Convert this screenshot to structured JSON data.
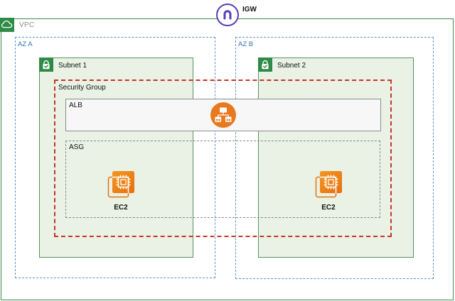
{
  "diagram": {
    "title_context": "AWS VPC architecture diagram",
    "igw": {
      "label": "IGW",
      "icon": "internet-gateway-arch-icon"
    },
    "vpc": {
      "label": "VPC",
      "icon": "cloud-icon"
    },
    "az_a": {
      "label": "AZ A"
    },
    "az_b": {
      "label": "AZ B"
    },
    "subnet_1": {
      "label": "Subnet 1",
      "icon": "lock-check-icon"
    },
    "subnet_2": {
      "label": "Subnet 2",
      "icon": "lock-check-icon"
    },
    "security_group": {
      "label": "Security Group"
    },
    "alb": {
      "label": "ALB",
      "icon": "load-balancer-icon"
    },
    "asg": {
      "label": "ASG"
    },
    "ec2_left": {
      "label": "EC2",
      "icon": "ec2-chip-icon"
    },
    "ec2_right": {
      "label": "EC2",
      "icon": "ec2-chip-icon"
    },
    "colors": {
      "vpc_green": "#2e8b47",
      "vpc_border": "#3d8b4f",
      "subnet_fill": "#e9f2e5",
      "subnet_border": "#55935e",
      "az_text_blue": "#2e73b8",
      "az_border_blue": "#5c93c6",
      "security_group_red": "#c63626",
      "alb_fill": "#f7f7f7",
      "neutral_border_gray": "#8c8c8c",
      "aws_orange": "#e8791f",
      "igw_purple": "#5b3cb8",
      "vpc_label_gray": "#8c8c8c"
    }
  }
}
